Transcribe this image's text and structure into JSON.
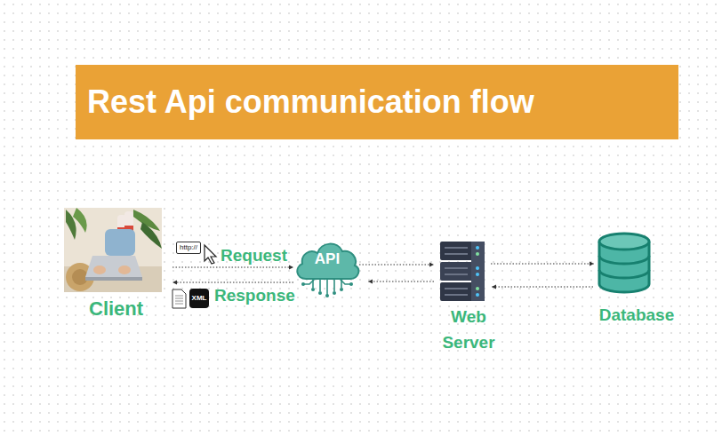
{
  "diagram": {
    "title": "Rest Api communication flow",
    "nodes": [
      {
        "text": [
          "Client"
        ]
      },
      {
        "text": [
          "API"
        ]
      },
      {
        "text": [
          "Web Server"
        ]
      },
      {
        "text": [
          "Database"
        ]
      }
    ],
    "edges": [
      {
        "from": 0,
        "to": 1,
        "arrow": "to",
        "label": "Request"
      },
      {
        "from": 1,
        "to": 0,
        "arrow": "to",
        "label": "Response"
      },
      {
        "from": 1,
        "to": 2,
        "arrow": "to"
      },
      {
        "from": 2,
        "to": 1,
        "arrow": "to"
      },
      {
        "from": 2,
        "to": 3,
        "arrow": "to"
      },
      {
        "from": 3,
        "to": 2,
        "arrow": "to"
      }
    ],
    "labels": [
      "http://",
      "XML"
    ]
  }
}
